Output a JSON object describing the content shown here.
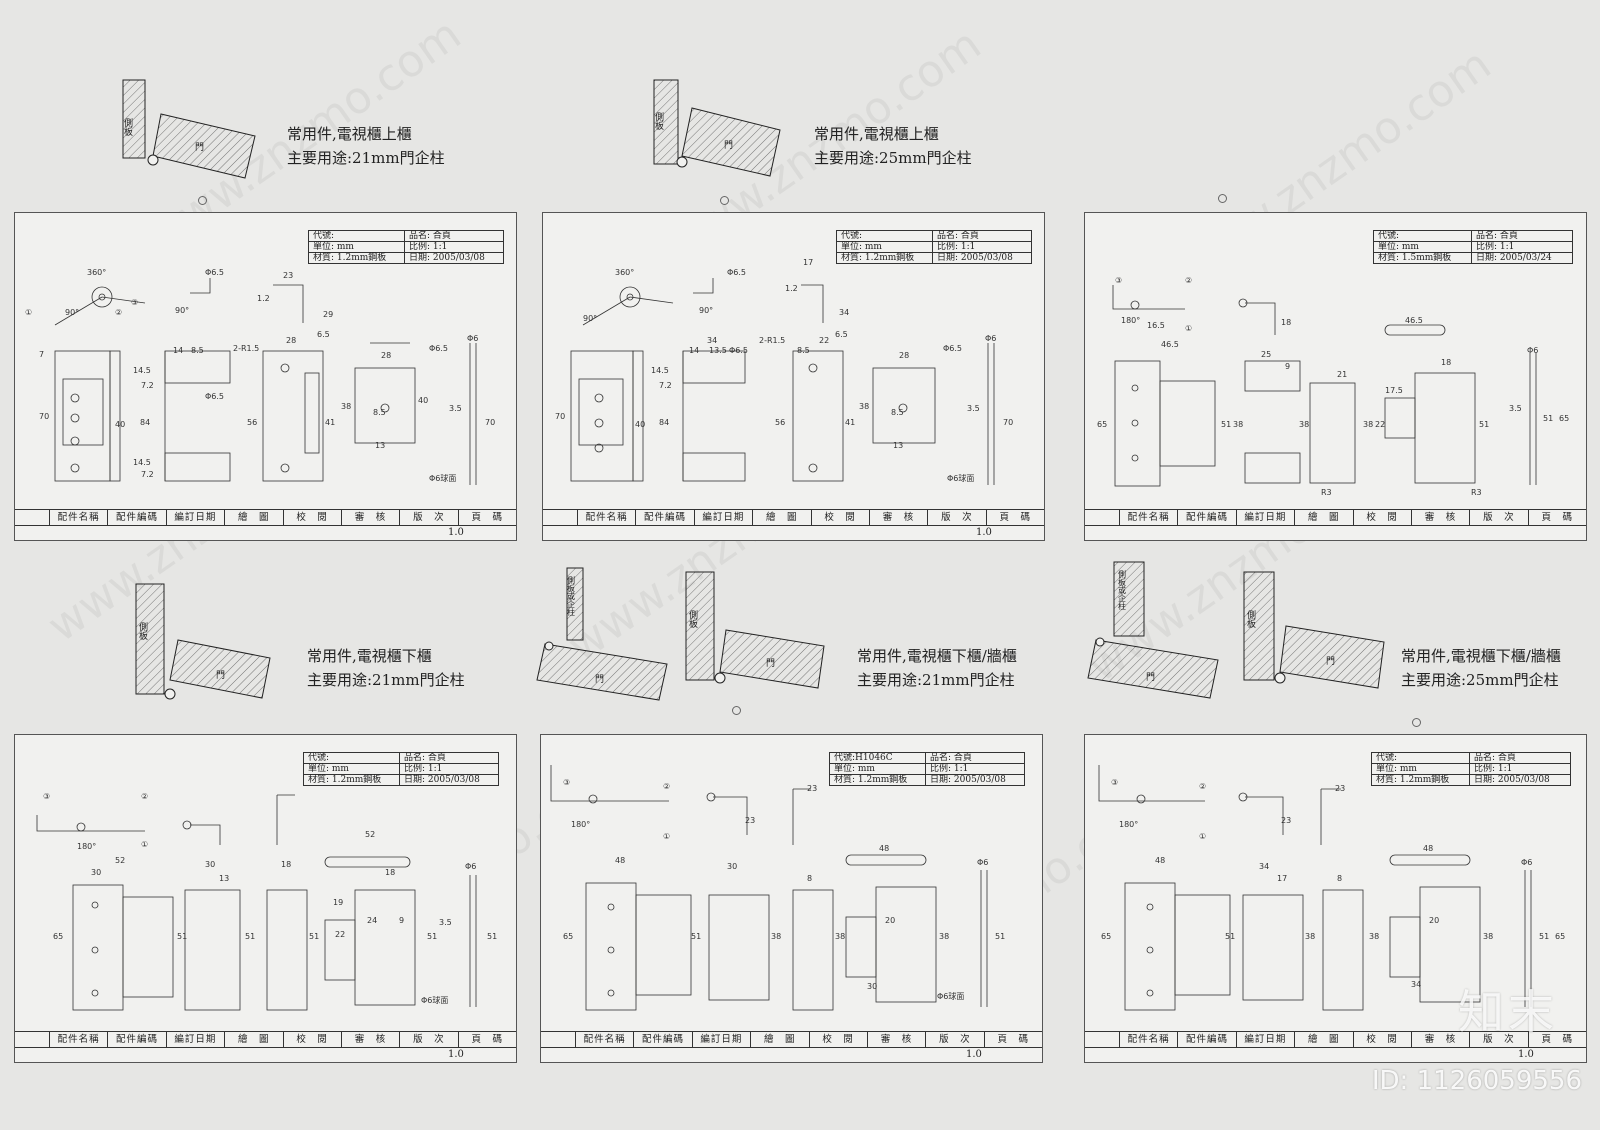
{
  "captions": [
    {
      "line1": "常用件,電視櫃上櫃",
      "line2": "主要用途:21mm門企柱"
    },
    {
      "line1": "常用件,電視櫃上櫃",
      "line2": "主要用途:25mm門企柱"
    },
    {
      "line1": "常用件,電視櫃下櫃",
      "line2": "主要用途:21mm門企柱"
    },
    {
      "line1": "常用件,電視櫃下櫃/牆櫃",
      "line2": "主要用途:21mm門企柱"
    },
    {
      "line1": "常用件,電視櫃下櫃/牆櫃",
      "line2": "主要用途:25mm門企柱"
    }
  ],
  "sketch_labels": {
    "side_panel": "側板",
    "door": "門",
    "side_or_post": "側板或企柱"
  },
  "title_block": {
    "columns": [
      "配件名稱",
      "配件編碼",
      "編訂日期",
      "繪　圖",
      "校　閱",
      "審　核",
      "版　次",
      "頁　碼"
    ],
    "version": "1.0"
  },
  "sheets": [
    {
      "code": "代號:",
      "name": "品名: 合頁",
      "unit": "單位: mm",
      "scale": "比例: 1:1",
      "material": "材質: 1.2mm鋼板",
      "date": "日期: 2005/03/08",
      "version": "1.0"
    },
    {
      "code": "代號:",
      "name": "品名: 合頁",
      "unit": "單位: mm",
      "scale": "比例: 1:1",
      "material": "材質: 1.2mm鋼板",
      "date": "日期: 2005/03/08",
      "version": "1.0"
    },
    {
      "code": "代號:",
      "name": "品名: 合頁",
      "unit": "單位: mm",
      "scale": "比例: 1:1",
      "material": "材質: 1.5mm鋼板",
      "date": "日期: 2005/03/24",
      "version": ""
    },
    {
      "code": "代號:",
      "name": "品名: 合頁",
      "unit": "單位: mm",
      "scale": "比例: 1:1",
      "material": "材質: 1.2mm鋼板",
      "date": "日期: 2005/03/08",
      "version": "1.0"
    },
    {
      "code": "代號:H1046C",
      "name": "品名: 合頁",
      "unit": "單位: mm",
      "scale": "比例: 1:1",
      "material": "材質: 1.2mm鋼板",
      "date": "日期: 2005/03/08",
      "version": "1.0"
    },
    {
      "code": "代號:",
      "name": "品名: 合頁",
      "unit": "單位: mm",
      "scale": "比例: 1:1",
      "material": "材質: 1.2mm鋼板",
      "date": "日期: 2005/03/08",
      "version": "1.0"
    }
  ],
  "dimension_labels": {
    "s0": [
      "360°",
      "90°",
      "90°",
      "Φ6.5",
      "Φ6.5",
      "23",
      "29",
      "14",
      "8.5",
      "28",
      "2-R1.5",
      "14.5",
      "7.2",
      "7",
      "70",
      "40",
      "84",
      "56",
      "41",
      "14.5",
      "7.2",
      "28",
      "13",
      "38",
      "40",
      "8.5",
      "Φ6",
      "3.5",
      "70",
      "Φ6球面",
      "1.2",
      "6.5",
      "Φ6.5"
    ],
    "s1": [
      "360°",
      "90°",
      "90°",
      "Φ6.5",
      "17",
      "34",
      "34",
      "14",
      "13.5",
      "Φ6.5",
      "2-R1.5",
      "8.5",
      "22",
      "14.5",
      "7.2",
      "70",
      "40",
      "84",
      "56",
      "41",
      "28",
      "13",
      "38",
      "8.5",
      "Φ6.5",
      "Φ6",
      "3.5",
      "70",
      "Φ6球面",
      "1.2",
      "6.5"
    ],
    "s2": [
      "180°",
      "16.5",
      "46.5",
      "25",
      "18",
      "9",
      "21",
      "46.5",
      "18",
      "17.5",
      "22",
      "65",
      "51",
      "38",
      "38",
      "38",
      "51",
      "R3",
      "R3",
      "Φ6",
      "3.5",
      "51",
      "65"
    ],
    "s3": [
      "180°",
      "52",
      "30",
      "30",
      "13",
      "18",
      "52",
      "18",
      "19",
      "24",
      "9",
      "22",
      "65",
      "51",
      "51",
      "51",
      "51",
      "Φ6",
      "3.5",
      "51",
      "Φ6球面"
    ],
    "s4": [
      "180°",
      "23",
      "23",
      "48",
      "30",
      "48",
      "8",
      "20",
      "65",
      "51",
      "38",
      "38",
      "38",
      "30",
      "Φ6",
      "51",
      "Φ6球面"
    ],
    "s5": [
      "180°",
      "23",
      "23",
      "48",
      "34",
      "17",
      "8",
      "48",
      "20",
      "65",
      "51",
      "38",
      "38",
      "38",
      "34",
      "Φ6",
      "51",
      "65"
    ]
  },
  "callouts": [
    "①",
    "②",
    "③"
  ],
  "watermark_text": "www.znzmo.com",
  "watermark_cn": "知末",
  "brand": "知末",
  "image_id": "ID: 1126059556"
}
